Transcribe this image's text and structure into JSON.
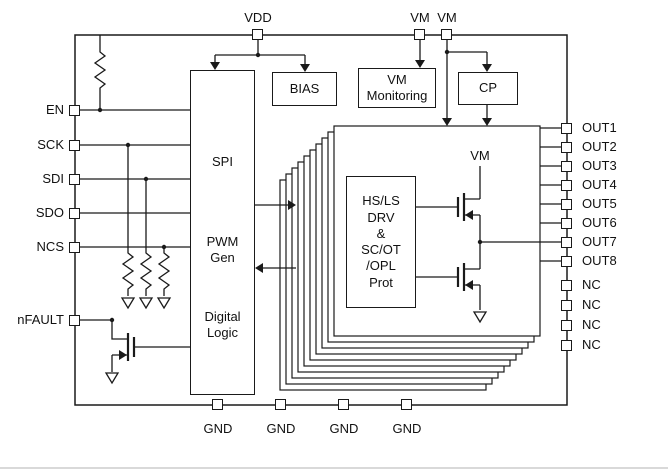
{
  "diagram_title": "motor-driver-block-diagram",
  "pins": {
    "top": [
      "VDD",
      "VM",
      "VM"
    ],
    "left": [
      "EN",
      "SCK",
      "SDI",
      "SDO",
      "NCS",
      "nFAULT"
    ],
    "right": [
      "OUT1",
      "OUT2",
      "OUT3",
      "OUT4",
      "OUT5",
      "OUT6",
      "OUT7",
      "OUT8",
      "NC",
      "NC",
      "NC",
      "NC"
    ],
    "bottom": [
      "GND",
      "GND",
      "GND",
      "GND"
    ]
  },
  "blocks": {
    "spi": "SPI",
    "pwm_gen": "PWM\nGen",
    "digital_logic": "Digital\nLogic",
    "bias": "BIAS",
    "vm_monitoring": "VM\nMonitoring",
    "cp": "CP",
    "drv": "HS/LS\nDRV\n&\nSC/OT\n/OPL\nProt",
    "vm_internal": "VM"
  },
  "colors": {
    "line": "#1a1a1a",
    "background": "#ffffff"
  }
}
